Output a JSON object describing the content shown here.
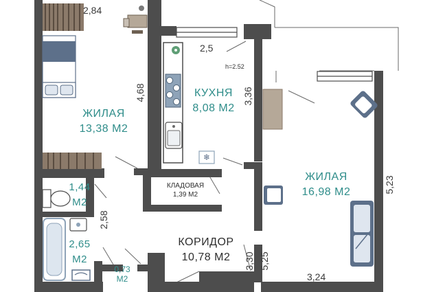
{
  "rooms": {
    "living1": {
      "name": "ЖИЛАЯ",
      "area": "13,38 М2"
    },
    "kitchen": {
      "name": "КУХНЯ",
      "area": "8,08 М2"
    },
    "living2": {
      "name": "ЖИЛАЯ",
      "area": "16,98 М2"
    },
    "storage": {
      "name": "КЛАДОВАЯ",
      "area": "1,39 М2"
    },
    "corridor": {
      "name": "КОРИДОР",
      "area": "10,78 М2"
    },
    "wc": {
      "area_num": "1,44",
      "area_unit": "М2"
    },
    "bath": {
      "area_num": "2,65",
      "area_unit": "М2"
    },
    "closet": {
      "area_num": "0,73",
      "area_unit": "М2"
    }
  },
  "dimensions": {
    "d_2_84": "2,84",
    "d_4_68": "4,68",
    "d_2_5": "2,5",
    "d_3_36": "3,36",
    "d_5_23": "5,23",
    "d_2_58": "2,58",
    "d_3_30": "3,30",
    "d_5_25": "5,25",
    "d_3_24": "3,24"
  },
  "ceiling_height": "h=2.52",
  "colors": {
    "wall": "#4d4d4d",
    "label": "#2f8d8a",
    "wood": "#8b7a6a",
    "cabinet": "#b5a898",
    "fixture": "#8ea3b8",
    "sofa": "#5d708a"
  },
  "icons": [
    "stove-icon",
    "sink-icon",
    "fridge-icon",
    "toilet-icon",
    "bathtub-icon",
    "washbasin-icon",
    "bed-icon",
    "sofa-icon",
    "armchair-icon",
    "desk-icon",
    "plant-icon"
  ]
}
